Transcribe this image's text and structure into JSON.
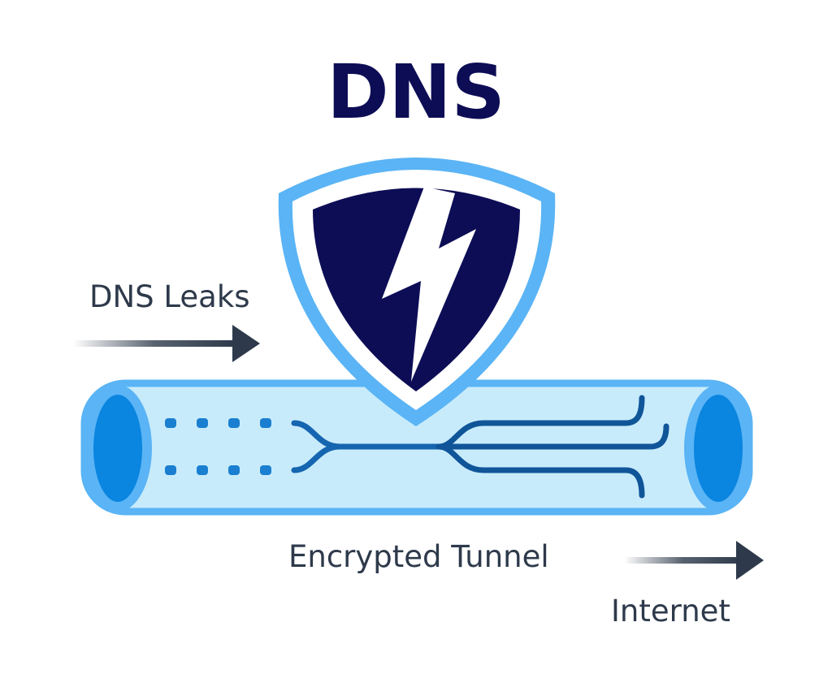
{
  "title": "DNS",
  "labels": {
    "dns_leaks": "DNS Leaks",
    "encrypted_tunnel": "Encrypted Tunnel",
    "internet": "Internet"
  },
  "icons": [
    "shield-lightning-icon",
    "tunnel-pipe",
    "arrow-right-icon"
  ],
  "colors": {
    "navy": "#0d0d56",
    "pipe_border": "#5ab4f5",
    "pipe_fill": "#c8ebfb",
    "pipe_end": "#0a85e0",
    "stream": "#1565b0",
    "text": "#2e3a4b"
  }
}
